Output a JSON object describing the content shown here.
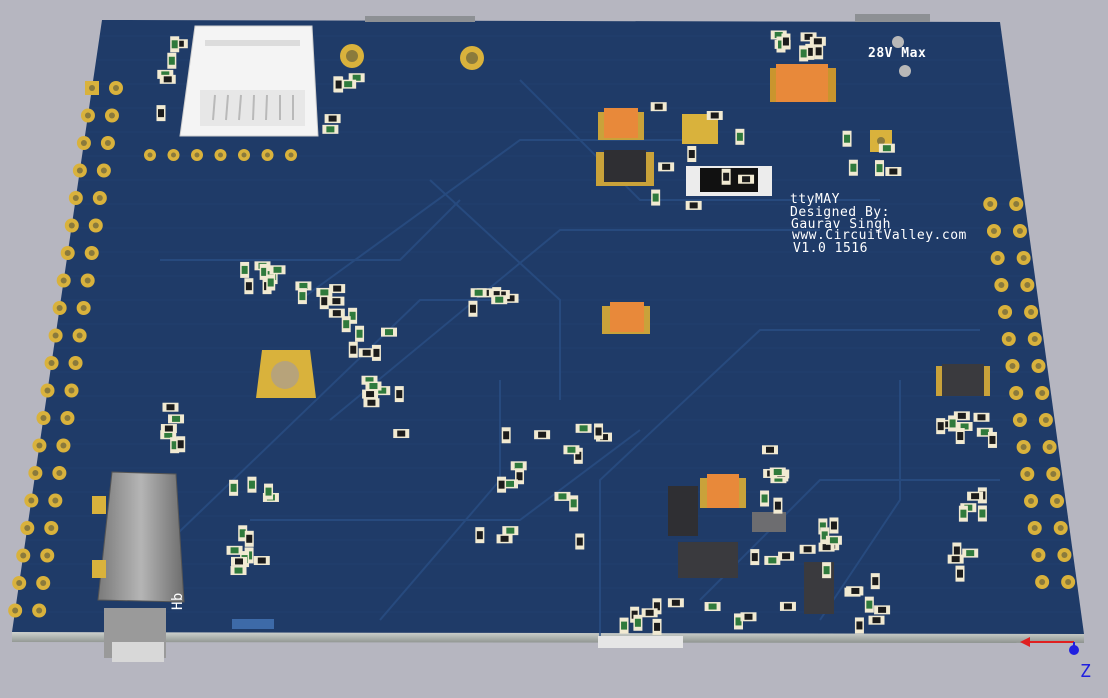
{
  "board": {
    "silkscreen_title": "ttyMAY",
    "silkscreen_designer": "Designed By:",
    "silkscreen_name": "Gaurav Singh",
    "silkscreen_url": "www.CircuitValley.com",
    "silkscreen_version": "V1.0 1516",
    "silkscreen_voltage": "28V Max",
    "silkscreen_connector_label": "Hb",
    "colors": {
      "solder_mask": "#1e3a66",
      "pad_gold": "#d9b23c",
      "tantalum_orange": "#e8893a",
      "background": "#b6b6c0"
    }
  },
  "axis_gizmo": {
    "z_label": "Z"
  }
}
